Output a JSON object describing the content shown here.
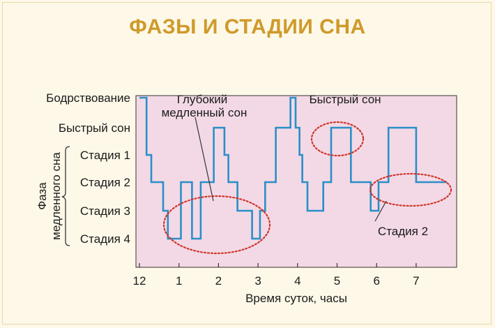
{
  "title": "ФАЗЫ И СТАДИИ СНА",
  "chart_data": {
    "type": "line",
    "title": "ФАЗЫ И СТАДИИ СНА",
    "xlabel": "Время суток, часы",
    "x_tick_labels": [
      "12",
      "1",
      "2",
      "3",
      "4",
      "5",
      "6",
      "7"
    ],
    "x_ticks": [
      0,
      1,
      2,
      3,
      4,
      5,
      6,
      7
    ],
    "xlim": [
      -0.05,
      7.8
    ],
    "y_categories": [
      "Бодрствование",
      "Быстрый сон",
      "Стадия 1",
      "Стадия 2",
      "Стадия 3",
      "Стадия 4"
    ],
    "y_group_label": "Фаза медленного сна",
    "y_group_members": [
      "Стадия 1",
      "Стадия 2",
      "Стадия 3",
      "Стадия 4"
    ],
    "series_steps": [
      [
        0.0,
        0
      ],
      [
        0.18,
        0
      ],
      [
        0.18,
        2
      ],
      [
        0.3,
        2
      ],
      [
        0.3,
        3
      ],
      [
        0.6,
        3
      ],
      [
        0.6,
        4
      ],
      [
        0.72,
        4
      ],
      [
        0.72,
        5
      ],
      [
        1.05,
        5
      ],
      [
        1.05,
        3
      ],
      [
        1.33,
        3
      ],
      [
        1.33,
        5
      ],
      [
        1.55,
        5
      ],
      [
        1.55,
        3
      ],
      [
        1.88,
        3
      ],
      [
        1.88,
        1
      ],
      [
        2.15,
        1
      ],
      [
        2.15,
        2
      ],
      [
        2.25,
        2
      ],
      [
        2.25,
        3
      ],
      [
        2.48,
        3
      ],
      [
        2.48,
        4
      ],
      [
        2.85,
        4
      ],
      [
        2.85,
        5
      ],
      [
        3.05,
        5
      ],
      [
        3.05,
        4
      ],
      [
        3.18,
        4
      ],
      [
        3.18,
        3
      ],
      [
        3.45,
        3
      ],
      [
        3.45,
        1
      ],
      [
        3.82,
        1
      ],
      [
        3.82,
        0
      ],
      [
        3.95,
        0
      ],
      [
        3.95,
        1
      ],
      [
        4.05,
        1
      ],
      [
        4.05,
        2
      ],
      [
        4.12,
        2
      ],
      [
        4.12,
        3
      ],
      [
        4.25,
        3
      ],
      [
        4.25,
        4
      ],
      [
        4.65,
        4
      ],
      [
        4.65,
        3
      ],
      [
        4.85,
        3
      ],
      [
        4.85,
        1
      ],
      [
        5.35,
        1
      ],
      [
        5.35,
        3
      ],
      [
        5.85,
        3
      ],
      [
        5.85,
        4
      ],
      [
        6.05,
        4
      ],
      [
        6.05,
        3
      ],
      [
        6.3,
        3
      ],
      [
        6.3,
        1
      ],
      [
        7.0,
        1
      ],
      [
        7.0,
        3
      ],
      [
        7.78,
        3
      ]
    ],
    "annotations": [
      {
        "text": "Глубокий",
        "target": "Стадия 4"
      },
      {
        "text": "медленный сон",
        "target": "Стадия 4"
      },
      {
        "text": "Быстрый сон",
        "target": "Быстрый сон"
      },
      {
        "text": "Стадия 2",
        "target": "Стадия 2"
      }
    ],
    "line_color": "#2a8fc8",
    "annotation_color": "#d0352a",
    "plot_background": "#f3d9e6",
    "grid": false
  }
}
